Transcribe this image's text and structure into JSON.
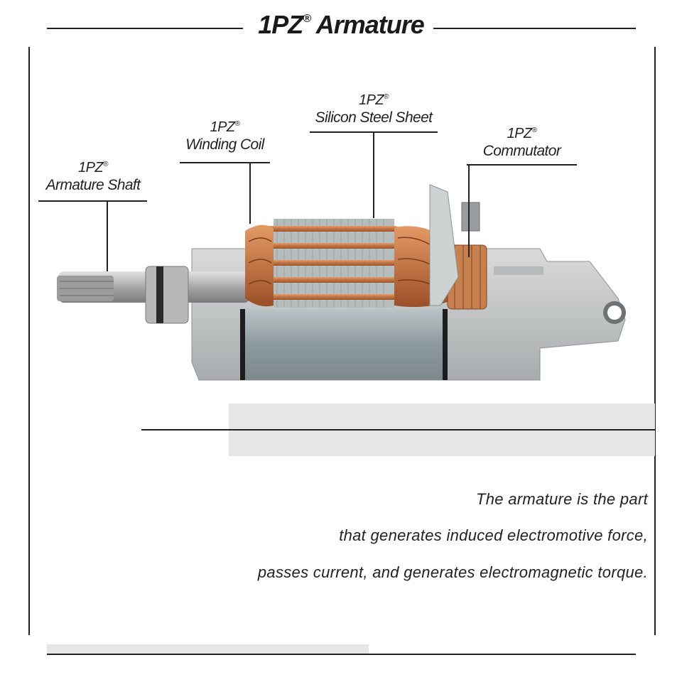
{
  "title": {
    "brand": "1PZ",
    "reg": "®",
    "name": "Armature"
  },
  "labels": [
    {
      "brand": "1PZ",
      "reg": "®",
      "name": "Armature Shaft"
    },
    {
      "brand": "1PZ",
      "reg": "®",
      "name": "Winding Coil"
    },
    {
      "brand": "1PZ",
      "reg": "®",
      "name": "Silicon Steel Sheet"
    },
    {
      "brand": "1PZ",
      "reg": "®",
      "name": "Commutator"
    }
  ],
  "description": [
    "The armature is the part",
    "that generates induced electromotive force,",
    "passes current, and generates electromagnetic torque."
  ],
  "colors": {
    "copper": "#c8743f",
    "steel": "#9aa3a6",
    "housing": "#c9cbcc",
    "band": "#e6e6e6"
  }
}
